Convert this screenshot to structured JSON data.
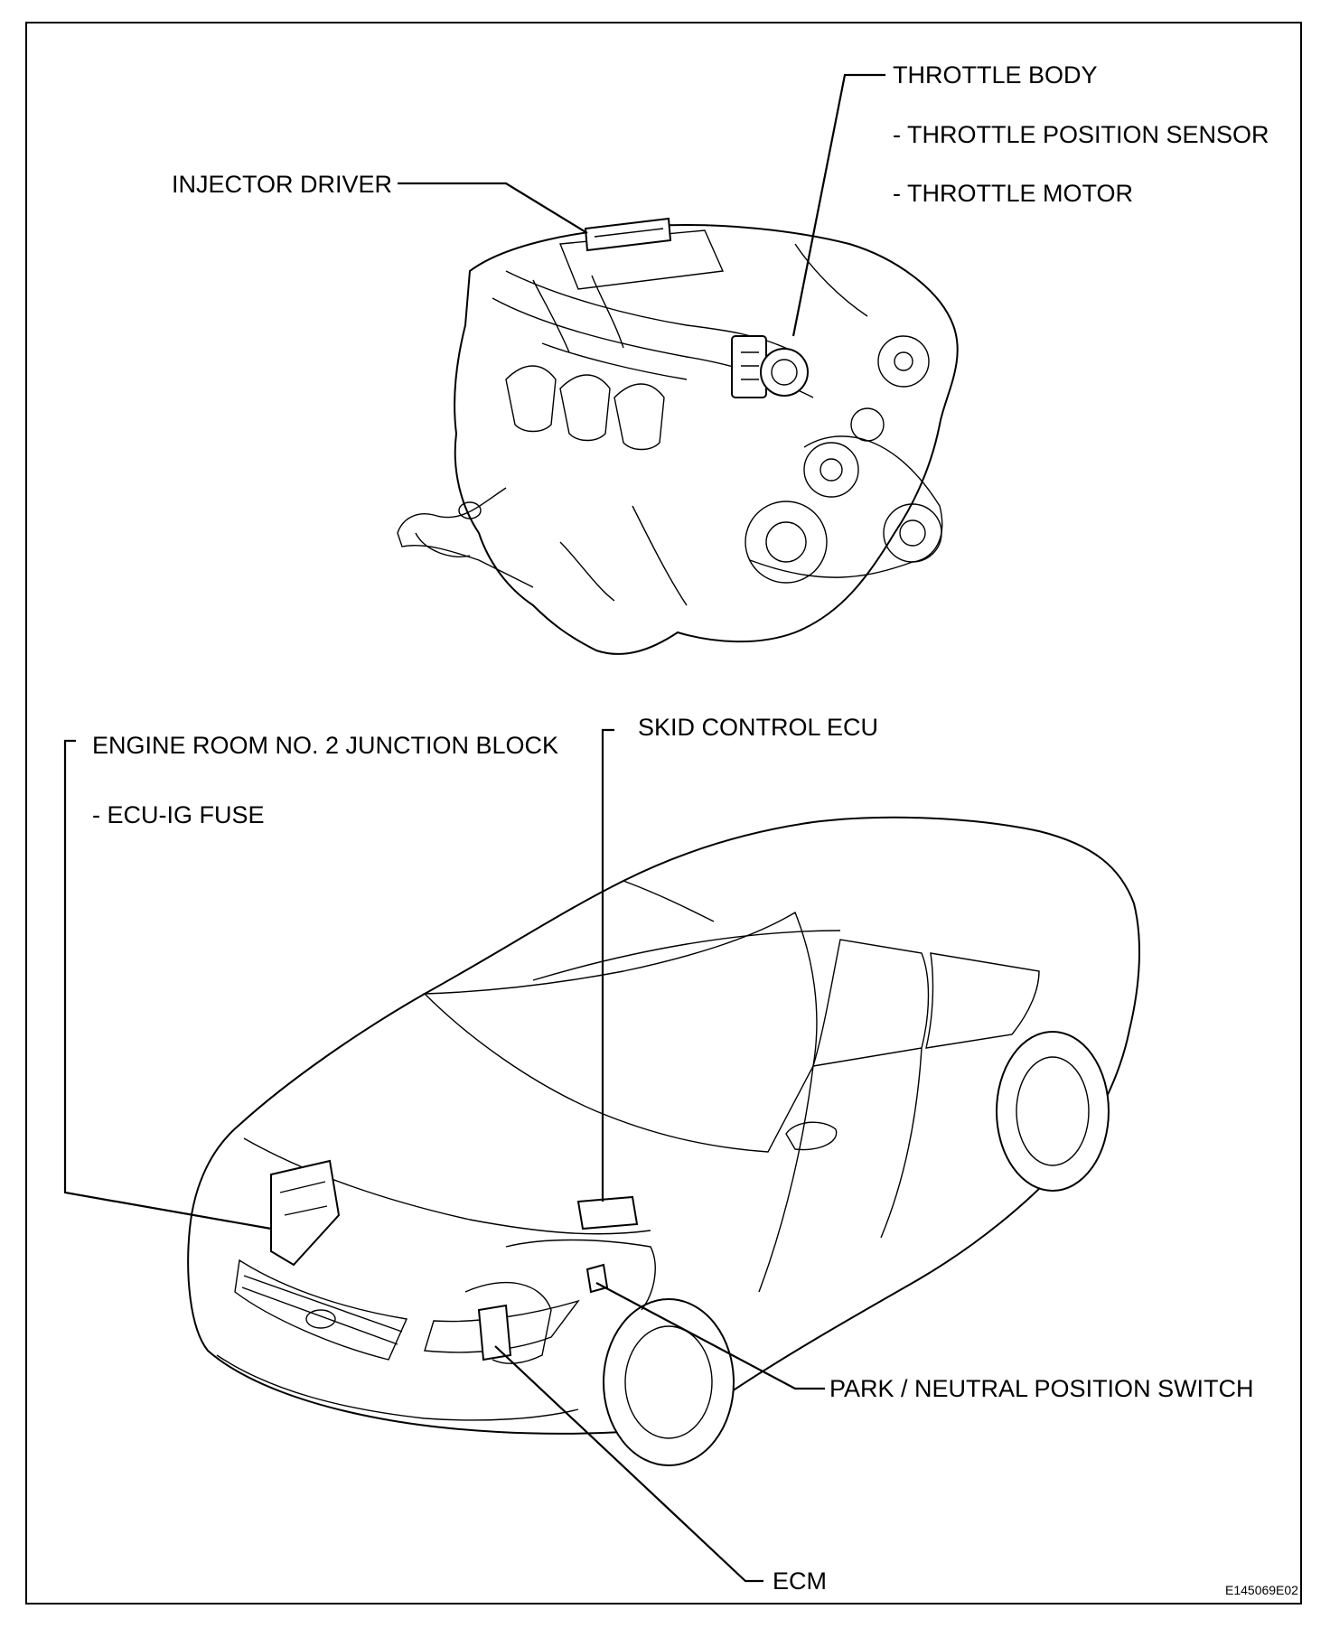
{
  "labels": {
    "throttle_body": "THROTTLE BODY",
    "throttle_position_sensor": "- THROTTLE POSITION SENSOR",
    "throttle_motor": "- THROTTLE MOTOR",
    "injector_driver": "INJECTOR DRIVER",
    "engine_room_junction_block": "ENGINE ROOM NO. 2 JUNCTION BLOCK",
    "ecu_ig_fuse": "- ECU-IG FUSE",
    "skid_control_ecu": "SKID CONTROL ECU",
    "park_neutral_switch": "PARK / NEUTRAL POSITION SWITCH",
    "ecm": "ECM"
  },
  "figure_ref": "E145069E02"
}
